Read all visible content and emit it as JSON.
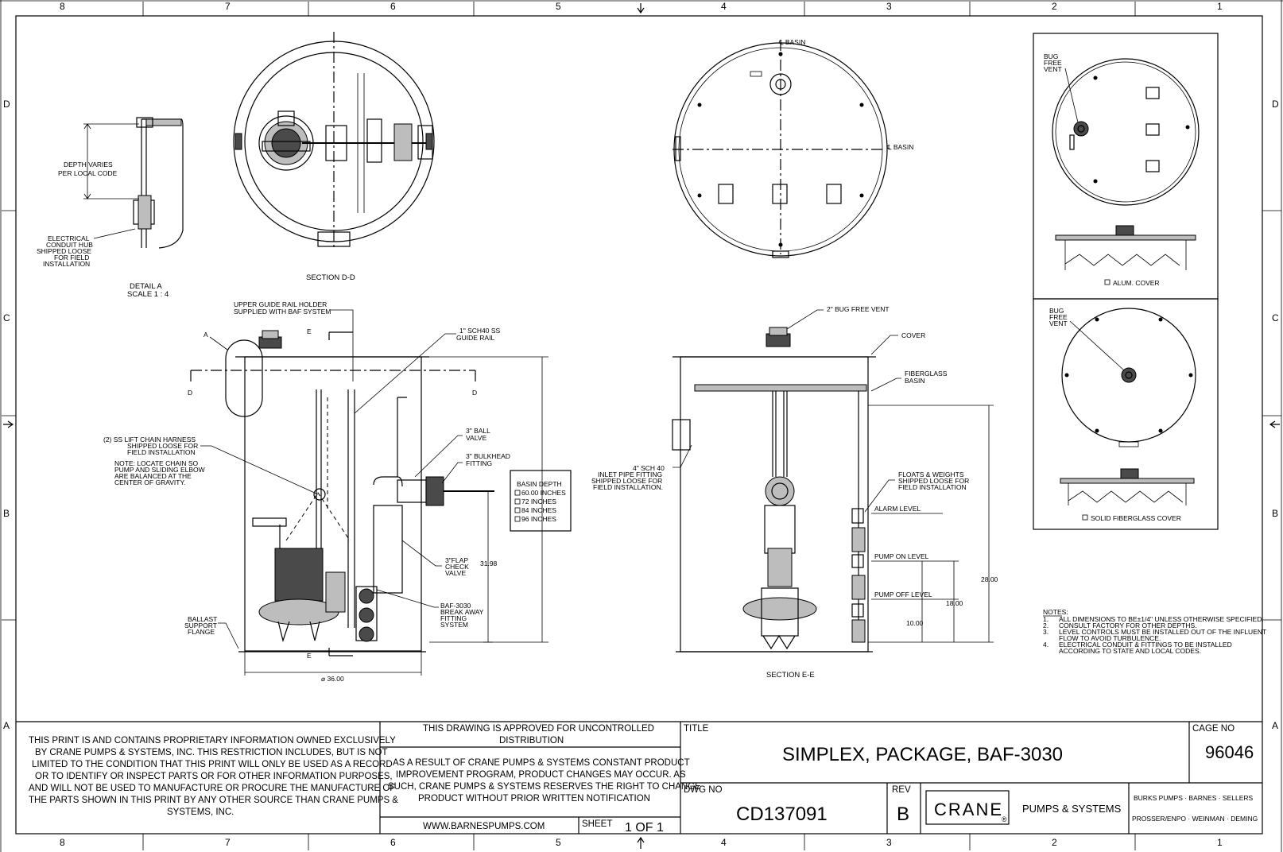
{
  "zones": {
    "columns": [
      "8",
      "7",
      "6",
      "5",
      "4",
      "3",
      "2",
      "1"
    ],
    "rows": [
      "D",
      "C",
      "B",
      "A"
    ]
  },
  "detail_a": {
    "depth": [
      "DEPTH VARIES",
      "PER LOCAL CODE"
    ],
    "hub": [
      "ELECTRICAL",
      "CONDUIT HUB",
      "SHIPPED LOOSE",
      "FOR FIELD",
      "INSTALLATION"
    ],
    "title": [
      "DETAIL A",
      "SCALE 1 : 4"
    ]
  },
  "section_dd": {
    "title": "SECTION D-D"
  },
  "top_view": {
    "basin1": "℄ BASIN",
    "basin2": "℄ BASIN"
  },
  "front_view": {
    "upper_holder": [
      "UPPER GUIDE RAIL HOLDER",
      "SUPPLIED WITH BAF SYSTEM"
    ],
    "guide_rail": [
      "1\" SCH40 SS",
      "GUIDE RAIL"
    ],
    "cut_a": "A",
    "cut_e": "E",
    "cut_d": "D",
    "chain": [
      "(2) SS LIFT CHAIN HARNESS",
      "SHIPPED LOOSE FOR",
      "FIELD INSTALLATION"
    ],
    "chain_note": [
      "NOTE: LOCATE CHAIN SO",
      "PUMP AND SLIDING ELBOW",
      "ARE BALANCED AT THE",
      "CENTER OF GRAVITY."
    ],
    "ball_valve": [
      "3\" BALL",
      "VALVE"
    ],
    "bulkhead": [
      "3\" BULKHEAD",
      "FITTING"
    ],
    "basin_depth": [
      "BASIN DEPTH",
      "60.00 INCHES",
      "72 INCHES",
      "84 INCHES",
      "96 INCHES"
    ],
    "flap": [
      "3\"FLAP",
      "CHECK",
      "VALVE"
    ],
    "baf": [
      "BAF-3030",
      "BREAK AWAY",
      "FITTING",
      "SYSTEM"
    ],
    "dim_height": "31.98",
    "ballast": [
      "BALLAST",
      "SUPPORT",
      "FLANGE"
    ],
    "diameter": "⌀ 36.00"
  },
  "section_ee": {
    "title": "SECTION E-E",
    "vent": "2\" BUG FREE VENT",
    "cover": "COVER",
    "basin": [
      "FIBERGLASS",
      "BASIN"
    ],
    "inlet": [
      "4\" SCH 40",
      "INLET PIPE FITTING",
      "SHIPPED LOOSE FOR",
      "FIELD INSTALLATION."
    ],
    "floats": [
      "FLOATS & WEIGHTS",
      "SHIPPED LOOSE FOR",
      "FIELD INSTALLATION"
    ],
    "alarm": "ALARM LEVEL",
    "pump_on": "PUMP ON LEVEL",
    "pump_off": "PUMP OFF LEVEL",
    "d28": "28.00",
    "d18": "18.00",
    "d10": "10.00"
  },
  "covers": {
    "vent": [
      "BUG",
      "FREE",
      "VENT"
    ],
    "alum": "ALUM. COVER",
    "solid": "SOLID FIBERGLASS COVER"
  },
  "notes": {
    "heading": "NOTES:",
    "items": [
      [
        "1.",
        "ALL DIMENSIONS TO BE±1/4\" UNLESS OTHERWISE SPECIFIED."
      ],
      [
        "2.",
        "CONSULT FACTORY FOR OTHER DEPTHS."
      ],
      [
        "3.",
        "LEVEL CONTROLS MUST BE INSTALLED OUT OF THE INFLUENT"
      ],
      [
        "",
        "FLOW TO AVOID TURBULENCE."
      ],
      [
        "4.",
        "ELECTRICAL CONDUIT & FITTINGS TO BE INSTALLED"
      ],
      [
        "",
        "ACCORDING TO STATE AND LOCAL CODES."
      ]
    ]
  },
  "title_block": {
    "proprietary": [
      "THIS PRINT IS AND CONTAINS PROPRIETARY INFORMATION OWNED EXCLUSIVELY",
      "BY CRANE PUMPS & SYSTEMS, INC.  THIS RESTRICTION INCLUDES, BUT IS NOT",
      "LIMITED TO THE CONDITION THAT THIS PRINT WILL ONLY BE USED AS A RECORD",
      "OR TO IDENTIFY OR INSPECT PARTS OR FOR OTHER INFORMATION PURPOSES,",
      "AND WILL NOT BE USED TO MANUFACTURE OR PROCURE THE MANUFACTURE OF",
      "THE PARTS SHOWN IN THIS PRINT BY ANY OTHER SOURCE THAN CRANE PUMPS &",
      "SYSTEMS, INC."
    ],
    "approved": [
      "THIS DRAWING IS APPROVED FOR UNCONTROLLED",
      "DISTRIBUTION"
    ],
    "changes": [
      "AS A RESULT OF CRANE PUMPS & SYSTEMS CONSTANT PRODUCT",
      "IMPROVEMENT PROGRAM, PRODUCT CHANGES MAY OCCUR. AS",
      "SUCH, CRANE PUMPS & SYSTEMS RESERVES THE RIGHT TO CHANGE",
      "PRODUCT WITHOUT PRIOR WRITTEN NOTIFICATION"
    ],
    "website": "WWW.BARNESPUMPS.COM",
    "sheet_label": "SHEET",
    "sheet_value": "1 OF 1",
    "title_label": "TITLE",
    "title": "SIMPLEX, PACKAGE, BAF-3030",
    "cage_label": "CAGE NO",
    "cage_value": "96046",
    "dwg_label": "DWG NO",
    "dwg_value": "CD137091",
    "rev_label": "REV",
    "rev_value": "B",
    "logo_text": "CRANE",
    "logo_mark": "®",
    "pumps_systems": "PUMPS & SYSTEMS",
    "brands1": "BURKS PUMPS · BARNES · SELLERS",
    "brands2": "PROSSER/ENPO · WEINMAN · DEMING"
  }
}
